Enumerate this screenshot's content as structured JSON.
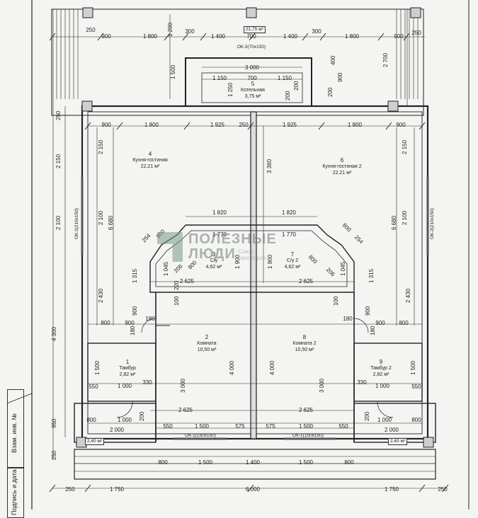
{
  "areas": {
    "top": "21,75 м²",
    "bottom_left": "2,40 м²",
    "bottom_right": "2,40 м²"
  },
  "rooms": [
    {
      "num": "5",
      "name": "Котельная",
      "area": "3,75 м²"
    },
    {
      "num": "4",
      "name": "Кухня-гостиная",
      "area": "22,21 м²"
    },
    {
      "num": "6",
      "name": "Кухня-гостиная 2",
      "area": "22,21 м²"
    },
    {
      "num": "3",
      "name": "С/у",
      "area": "4,62 м²"
    },
    {
      "num": "7",
      "name": "С/у 2",
      "area": "4,62 м²"
    },
    {
      "num": "2",
      "name": "Комната",
      "area": "10,50 м²"
    },
    {
      "num": "8",
      "name": "Комната 2",
      "area": "10,50 м²"
    },
    {
      "num": "1",
      "name": "Тамбур",
      "area": "2,82 м²"
    },
    {
      "num": "9",
      "name": "Тамбур 2",
      "area": "2,82 м²"
    }
  ],
  "windows": {
    "top": "ОК-3(70х150)",
    "left": "ОК-2(210х150)",
    "right": "ОК-2(210х150)",
    "bottom_left": "ОК-1(150х150)",
    "bottom_right": "ОК-1(150х150)"
  },
  "dims": {
    "top_row": [
      "250",
      "900",
      "1 800",
      "1 200",
      "300",
      "1 400",
      "700",
      "1 400",
      "300",
      "1 800",
      "900",
      "250"
    ],
    "boiler_top": "3 000",
    "boiler_inner": [
      "1 150",
      "700",
      "1 150"
    ],
    "boiler_side": [
      "400",
      "900",
      "1 250",
      "200",
      "200",
      "200"
    ],
    "row_2": [
      "900",
      "1 800",
      "1 925",
      "250",
      "1 925",
      "1 800",
      "900"
    ],
    "bath_top": [
      "1 820",
      "1 820"
    ],
    "bath_inner": [
      "1 770",
      "1 770"
    ],
    "bath_wide": [
      "2 625",
      "2 625"
    ],
    "diag": [
      "254",
      "800",
      "254",
      "800",
      "800",
      "206",
      "206",
      "800"
    ],
    "bath_misc": [
      "1 045",
      "1 045",
      "220",
      "100",
      "100",
      "1 900",
      "1 900",
      "1 315",
      "1 315"
    ],
    "mid_row": [
      "800",
      "900",
      "180",
      "900",
      "900",
      "900",
      "180",
      "800"
    ],
    "room_vert": [
      "3 000",
      "4 000",
      "4 000",
      "3 000"
    ],
    "vest": [
      "1 500",
      "1 000",
      "550",
      "330",
      "1 500",
      "1 000",
      "330",
      "550",
      "180",
      "180"
    ],
    "low_row": [
      "2 625",
      "2 625"
    ],
    "bottom_a": [
      "800",
      "1 000",
      "200",
      "1 000",
      "800",
      "200"
    ],
    "bottom_b": [
      "2 000",
      "2 000"
    ],
    "bottom_c": [
      "550",
      "1 500",
      "575",
      "575",
      "1 500",
      "550"
    ],
    "bottom_d": [
      "800",
      "1 500",
      "1 400",
      "1 500",
      "800"
    ],
    "bottom_total": [
      "250",
      "1 750",
      "6 000",
      "1 750",
      "250"
    ],
    "left_vert": [
      "250",
      "2 150",
      "2 100",
      "4 300",
      "950",
      "250",
      "2 150",
      "2 100",
      "2 430",
      "6 680",
      "1 500"
    ],
    "right_vert": [
      "2 700",
      "2 150",
      "2 100",
      "2 430",
      "6 680"
    ],
    "center_vert": [
      "3 360"
    ]
  },
  "sidebar": {
    "label_1": "Взам. инв. №",
    "label_2": "Подпись и дата"
  },
  "watermark": {
    "title_1": "ПОЛЕЗНЫЕ",
    "title_2": "ЛЮДИ",
    "sub_1": "Союз",
    "sub_2": "риэлторов"
  }
}
